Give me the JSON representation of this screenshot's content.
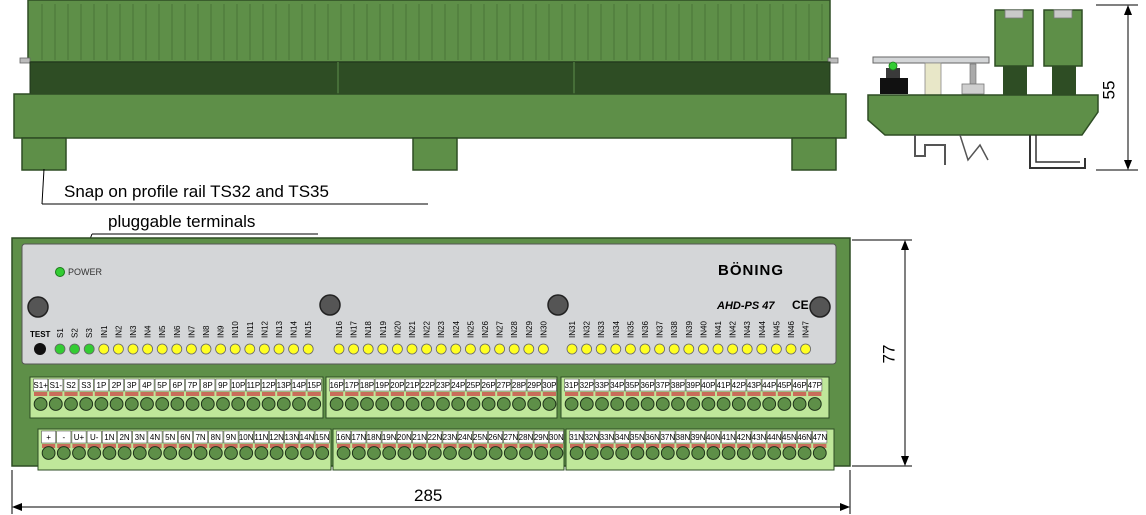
{
  "annotations": {
    "snap_rail": "Snap on profile rail TS32 and TS35",
    "pluggable_terminals": "pluggable terminals"
  },
  "dimensions": {
    "height_side": "55",
    "height_front": "77",
    "width_front": "285"
  },
  "panel": {
    "brand": "BÖNING",
    "model": "AHD-PS 47",
    "ce_mark": "CE",
    "power_label": "POWER",
    "test_label": "TEST"
  },
  "led_labels": {
    "group1": [
      "S1",
      "S2",
      "S3",
      "IN1",
      "IN2",
      "IN3",
      "IN4",
      "IN5",
      "IN6",
      "IN7",
      "IN8",
      "IN9",
      "IN10",
      "IN11",
      "IN12",
      "IN13",
      "IN14",
      "IN15"
    ],
    "group2": [
      "IN16",
      "IN17",
      "IN18",
      "IN19",
      "IN20",
      "IN21",
      "IN22",
      "IN23",
      "IN24",
      "IN25",
      "IN26",
      "IN27",
      "IN28",
      "IN29",
      "IN30"
    ],
    "group3": [
      "IN31",
      "IN32",
      "IN33",
      "IN34",
      "IN35",
      "IN36",
      "IN37",
      "IN38",
      "IN39",
      "IN40",
      "IN41",
      "IN42",
      "IN43",
      "IN44",
      "IN45",
      "IN46",
      "IN47"
    ]
  },
  "terminals_top": {
    "block1": [
      "S1+",
      "S1-",
      "S2",
      "S3",
      "1P",
      "2P",
      "3P",
      "4P",
      "5P",
      "6P",
      "7P",
      "8P",
      "9P",
      "10P",
      "11P",
      "12P",
      "13P",
      "14P",
      "15P"
    ],
    "block2": [
      "16P",
      "17P",
      "18P",
      "19P",
      "20P",
      "21P",
      "22P",
      "23P",
      "24P",
      "25P",
      "26P",
      "27P",
      "28P",
      "29P",
      "30P"
    ],
    "block3": [
      "31P",
      "32P",
      "33P",
      "34P",
      "35P",
      "36P",
      "37P",
      "38P",
      "39P",
      "40P",
      "41P",
      "42P",
      "43P",
      "44P",
      "45P",
      "46P",
      "47P"
    ]
  },
  "terminals_bottom": {
    "block1": [
      "+",
      "-",
      "U+",
      "U-",
      "1N",
      "2N",
      "3N",
      "4N",
      "5N",
      "6N",
      "7N",
      "8N",
      "9N",
      "10N",
      "11N",
      "12N",
      "13N",
      "14N",
      "15N"
    ],
    "block2": [
      "16N",
      "17N",
      "18N",
      "19N",
      "20N",
      "21N",
      "22N",
      "23N",
      "24N",
      "25N",
      "26N",
      "27N",
      "28N",
      "29N",
      "30N"
    ],
    "block3": [
      "31N",
      "32N",
      "33N",
      "34N",
      "35N",
      "36N",
      "37N",
      "38N",
      "39N",
      "40N",
      "41N",
      "42N",
      "43N",
      "44N",
      "45N",
      "46N",
      "47N"
    ]
  },
  "colors": {
    "housing_green": "#5e8f48",
    "housing_dark": "#2e4d24",
    "terminal_light": "#bfe79a",
    "panel_grey": "#d4d6d8",
    "led_yellow": "#ffff22",
    "led_green": "#33cc33"
  }
}
